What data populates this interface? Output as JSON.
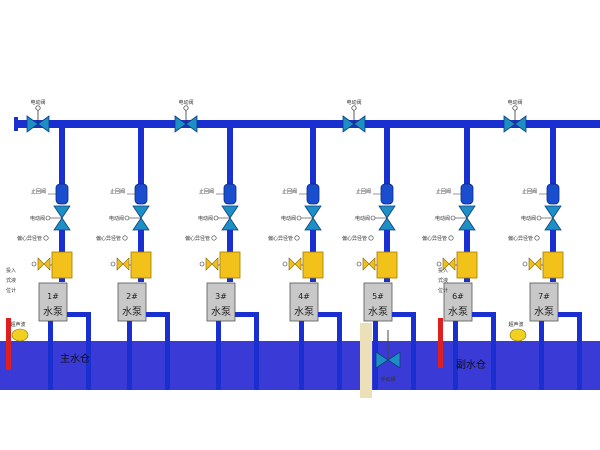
{
  "colors": {
    "pipe": "#1a2fd0",
    "water": "#3a3ad6",
    "valve": "#1e8fc4",
    "check_valve": "#1a4ecf",
    "filter": "#f2c21a",
    "pump_body": "#c8c8c8",
    "level_gauge": "#dd1f1f",
    "float_ball": "#f0d020",
    "partition": "#ece0b8"
  },
  "header_valves": [
    {
      "label": "电动阀",
      "icon": "motorized-valve-icon"
    },
    {
      "label": "电动阀",
      "icon": "motorized-valve-icon"
    },
    {
      "label": "电动阀",
      "icon": "motorized-valve-icon"
    },
    {
      "label": "电动阀",
      "icon": "motorized-valve-icon"
    }
  ],
  "pumps": [
    {
      "number": "1#",
      "name": "水泵",
      "stop_valve": "止回阀",
      "motor_valve": "电动阀",
      "strainer": "偏心异径管"
    },
    {
      "number": "2#",
      "name": "水泵",
      "stop_valve": "止回阀",
      "motor_valve": "电动阀",
      "strainer": "偏心异径管"
    },
    {
      "number": "3#",
      "name": "水泵",
      "stop_valve": "止回阀",
      "motor_valve": "电动阀",
      "strainer": "偏心异径管"
    },
    {
      "number": "4#",
      "name": "水泵",
      "stop_valve": "止回阀",
      "motor_valve": "电动阀",
      "strainer": "偏心异径管"
    },
    {
      "number": "5#",
      "name": "水泵",
      "stop_valve": "止回阀",
      "motor_valve": "电动阀",
      "strainer": "偏心异径管"
    },
    {
      "number": "6#",
      "name": "水泵",
      "stop_valve": "止回阀",
      "motor_valve": "电动阀",
      "strainer": "偏心异径管"
    },
    {
      "number": "7#",
      "name": "水泵",
      "stop_valve": "止回阀",
      "motor_valve": "电动阀",
      "strainer": "偏心异径管"
    }
  ],
  "sumps": {
    "main": "主水仓",
    "sub": "副水仓"
  },
  "manual_valve": "手动阀",
  "level_gauges": [
    {
      "label_lines": [
        "投入",
        "式液",
        "位计"
      ]
    },
    {
      "label_lines": [
        "投入",
        "式液",
        "位计"
      ]
    }
  ],
  "float_switches": [
    {
      "label": "超声波"
    },
    {
      "label": "超声波"
    }
  ]
}
